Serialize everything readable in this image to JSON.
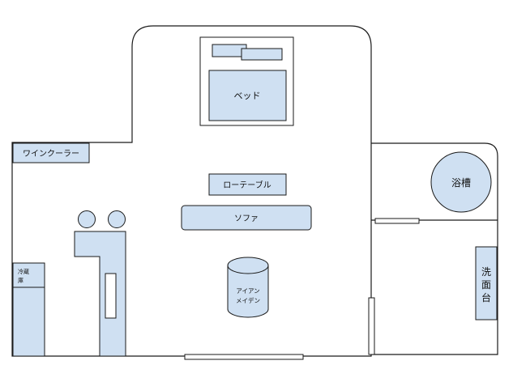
{
  "furniture": {
    "bed": "ベッド",
    "low_table": "ローテーブル",
    "sofa": "ソファ",
    "wine_cooler": "ワインクーラー",
    "iron_maiden_line1": "アイアン",
    "iron_maiden_line2": "メイデン",
    "fridge_line1": "冷蔵",
    "fridge_line2": "庫",
    "bathtub": "浴槽",
    "washbasin_chars": [
      "洗",
      "面",
      "台"
    ]
  },
  "colors": {
    "fill": "#cfe0f2",
    "stroke": "#1a1a1a"
  }
}
